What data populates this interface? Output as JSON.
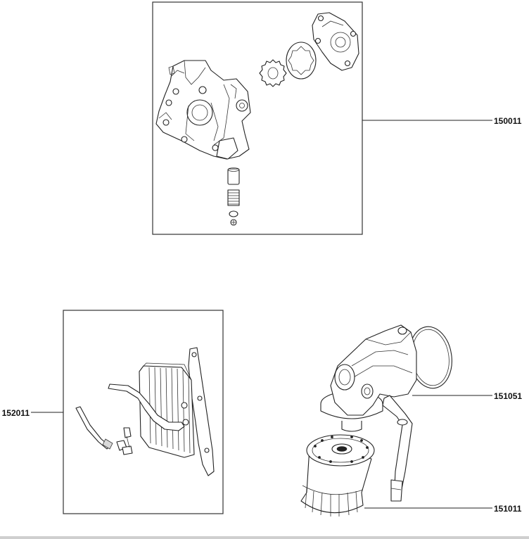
{
  "callouts": {
    "oil_pump": "150011",
    "oil_cooler": "152011",
    "filter_bracket": "151051",
    "oil_filter": "151011"
  }
}
